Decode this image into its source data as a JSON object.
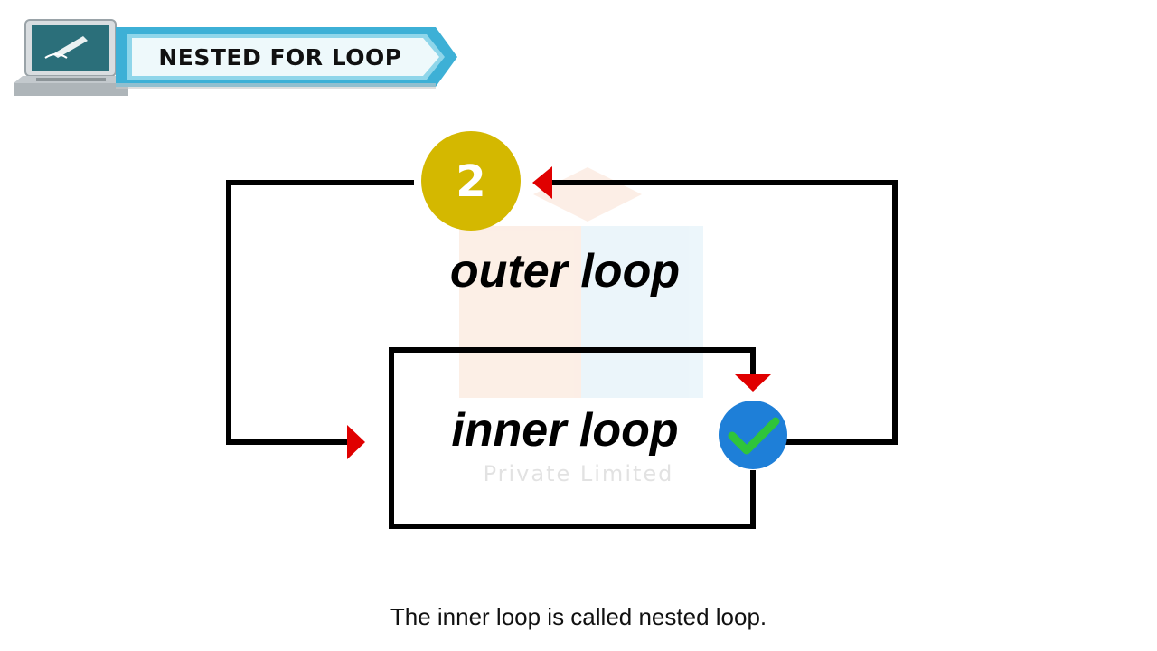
{
  "header": {
    "title": "NESTED FOR LOOP",
    "banner_color": "#3db0d6",
    "laptop_color": "#2b6f7a"
  },
  "diagram": {
    "outer_label": "outer loop",
    "inner_label": "inner loop",
    "counter_value": "2",
    "counter_color": "#d4b800",
    "check_color": "#1e7fd8",
    "check_mark_color": "#2fc43a",
    "arrow_color": "#e00000",
    "line_color": "#000000"
  },
  "watermark": {
    "subtitle": "Private Limited"
  },
  "caption": {
    "text": "The inner loop is called nested loop."
  }
}
